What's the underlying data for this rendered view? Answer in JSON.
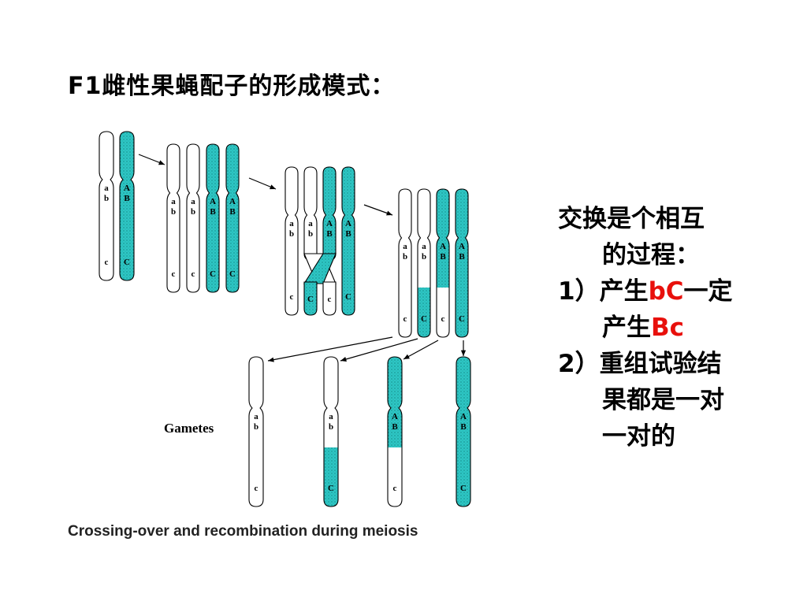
{
  "title": "F1雌性果蝇配子的形成模式：",
  "notes": {
    "line1": "交换是个相互",
    "line2": "的过程：",
    "item1_prefix": "1）产生",
    "item1_hl": "bC",
    "item1_mid": "一定",
    "item1_line2_prefix": "产生",
    "item1_line2_hl": "Bc",
    "item2_line1": "2）重组试验结",
    "item2_line2": "果都是一对",
    "item2_line3": "一对的"
  },
  "caption": "Crossing-over and recombination  during meiosis",
  "gametes_label": "Gametes",
  "colors": {
    "maternal": "#2ec6c4",
    "paternal": "#ffffff",
    "highlight": "#e8100c",
    "outline": "#000000"
  },
  "gene_letters": {
    "paternal": [
      "a",
      "b",
      "c"
    ],
    "maternal": [
      "A",
      "B",
      "C"
    ]
  }
}
